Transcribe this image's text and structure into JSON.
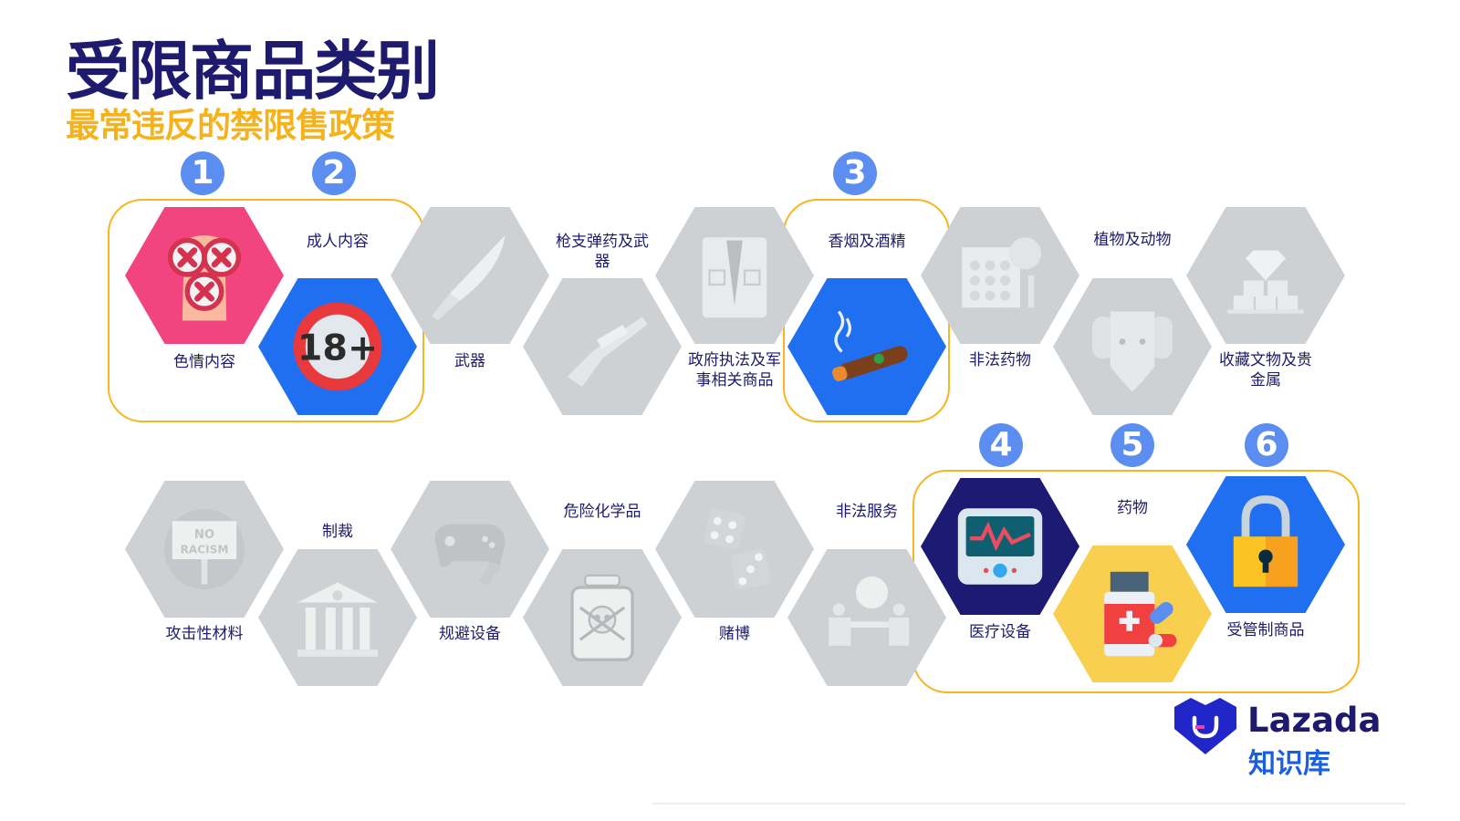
{
  "header": {
    "title": "受限商品类别",
    "subtitle": "最常违反的禁限售政策"
  },
  "colors": {
    "title": "#1e1b6e",
    "subtitle": "#f5b21b",
    "badge": "#5b8ef0",
    "highlight_border": "#f5b622",
    "gray_hex": "#cdd1d3",
    "pink": "#f2447f",
    "blue": "#1f6ff0",
    "navy": "#1d1a73",
    "yellow": "#f8cf4e"
  },
  "badges": [
    "1",
    "2",
    "3",
    "4",
    "5",
    "6"
  ],
  "row1": [
    {
      "label": "色情内容",
      "icon": "x-marks-icon",
      "highlight": true,
      "color": "pink"
    },
    {
      "label": "成人内容",
      "icon": "18-plus-icon",
      "highlight": true,
      "color": "blue"
    },
    {
      "label": "武器",
      "icon": "knife-icon",
      "highlight": false,
      "color": "gray"
    },
    {
      "label": "枪支弹药及武器",
      "icon": "rifle-icon",
      "highlight": false,
      "color": "gray"
    },
    {
      "label": "政府执法及军事相关商品",
      "icon": "uniform-icon",
      "highlight": false,
      "color": "gray"
    },
    {
      "label": "香烟及酒精",
      "icon": "cigar-icon",
      "highlight": true,
      "color": "blue"
    },
    {
      "label": "非法药物",
      "icon": "pills-icon",
      "highlight": false,
      "color": "gray"
    },
    {
      "label": "植物及动物",
      "icon": "elephant-icon",
      "highlight": false,
      "color": "gray"
    },
    {
      "label": "收藏文物及贵金属",
      "icon": "gold-bars-icon",
      "highlight": false,
      "color": "gray"
    }
  ],
  "row2": [
    {
      "label": "攻击性材料",
      "icon": "no-racism-sign-icon",
      "highlight": false,
      "color": "gray",
      "sign_text": "NO RACISM"
    },
    {
      "label": "制裁",
      "icon": "courthouse-icon",
      "highlight": false,
      "color": "gray"
    },
    {
      "label": "规避设备",
      "icon": "gamepad-icon",
      "highlight": false,
      "color": "gray"
    },
    {
      "label": "危险化学品",
      "icon": "poison-jar-icon",
      "highlight": false,
      "color": "gray"
    },
    {
      "label": "赌博",
      "icon": "dice-icon",
      "highlight": false,
      "color": "gray"
    },
    {
      "label": "非法服务",
      "icon": "handover-icon",
      "highlight": false,
      "color": "gray"
    },
    {
      "label": "医疗设备",
      "icon": "monitor-icon",
      "highlight": true,
      "color": "navy"
    },
    {
      "label": "药物",
      "icon": "medicine-bottle-icon",
      "highlight": true,
      "color": "yellow"
    },
    {
      "label": "受管制商品",
      "icon": "padlock-icon",
      "highlight": true,
      "color": "blue"
    }
  ],
  "labels_multiline": {
    "guns_line1": "枪支弹药及武",
    "guns_line2": "器",
    "gov_line1": "政府执法及军",
    "gov_line2": "事相关商品",
    "collect_line1": "收藏文物及贵",
    "collect_line2": "金属"
  },
  "logo": {
    "brand": "Lazada",
    "sub": "知识库"
  }
}
